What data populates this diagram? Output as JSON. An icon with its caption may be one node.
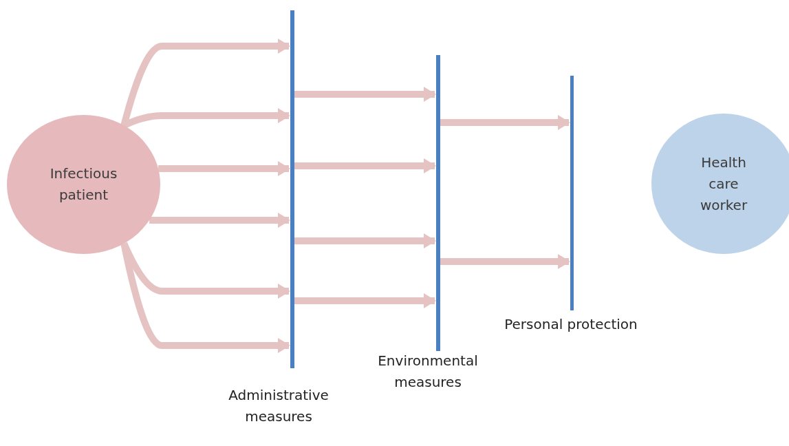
{
  "diagram": {
    "nodes": [
      {
        "text": [
          "Infectious patient"
        ]
      },
      {
        "text": [],
        "shape": "bar",
        "beside": [
          "Administrative measures"
        ]
      },
      {
        "text": [],
        "shape": "bar",
        "beside": [
          "Environmental measures"
        ]
      },
      {
        "text": [],
        "shape": "bar",
        "beside": [
          "Personal protection"
        ]
      },
      {
        "text": [
          "Health care worker"
        ]
      }
    ],
    "edges": [
      {
        "from": 0,
        "to": 1,
        "arrow": "to"
      },
      {
        "from": 0,
        "to": 1,
        "arrow": "to"
      },
      {
        "from": 0,
        "to": 1,
        "arrow": "to"
      },
      {
        "from": 0,
        "to": 1,
        "arrow": "to"
      },
      {
        "from": 0,
        "to": 1,
        "arrow": "to"
      },
      {
        "from": 0,
        "to": 1,
        "arrow": "to"
      },
      {
        "from": 1,
        "to": 2,
        "arrow": "to"
      },
      {
        "from": 1,
        "to": 2,
        "arrow": "to"
      },
      {
        "from": 1,
        "to": 2,
        "arrow": "to"
      },
      {
        "from": 1,
        "to": 2,
        "arrow": "to"
      },
      {
        "from": 2,
        "to": 3,
        "arrow": "to"
      },
      {
        "from": 2,
        "to": 3,
        "arrow": "to"
      }
    ]
  }
}
